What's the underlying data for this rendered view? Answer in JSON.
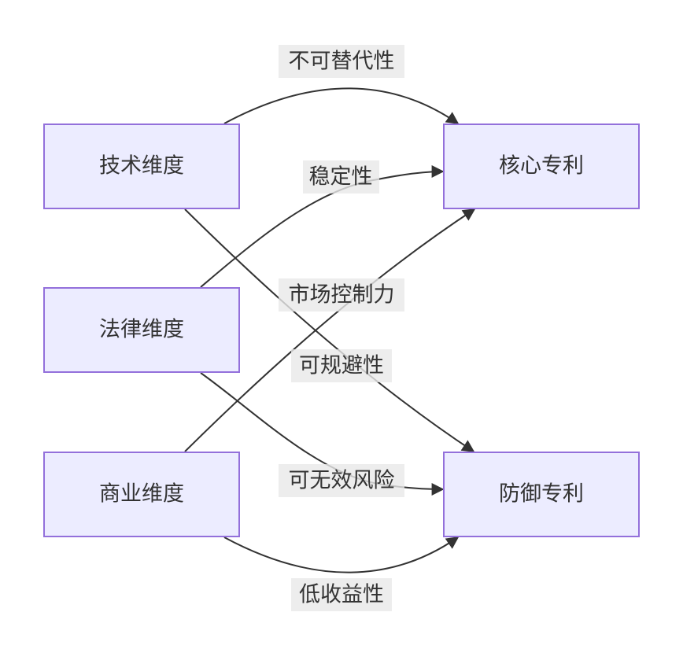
{
  "diagram": {
    "type": "flowchart",
    "direction": "left-to-right",
    "nodes": [
      {
        "id": "tech",
        "label": "技术维度"
      },
      {
        "id": "legal",
        "label": "法律维度"
      },
      {
        "id": "biz",
        "label": "商业维度"
      },
      {
        "id": "core",
        "label": "核心专利"
      },
      {
        "id": "defense",
        "label": "防御专利"
      }
    ],
    "edges": [
      {
        "from": "tech",
        "to": "core",
        "label": "不可替代性"
      },
      {
        "from": "tech",
        "to": "defense",
        "label": "可规避性"
      },
      {
        "from": "legal",
        "to": "core",
        "label": "稳定性"
      },
      {
        "from": "legal",
        "to": "defense",
        "label": "可无效风险"
      },
      {
        "from": "biz",
        "to": "core",
        "label": "市场控制力"
      },
      {
        "from": "biz",
        "to": "defense",
        "label": "低收益性"
      }
    ],
    "colors": {
      "node_fill": "#ECECFF",
      "node_stroke": "#9370DB",
      "edge": "#333333",
      "label_bg": "#e8e8e8",
      "text": "#333333"
    }
  }
}
